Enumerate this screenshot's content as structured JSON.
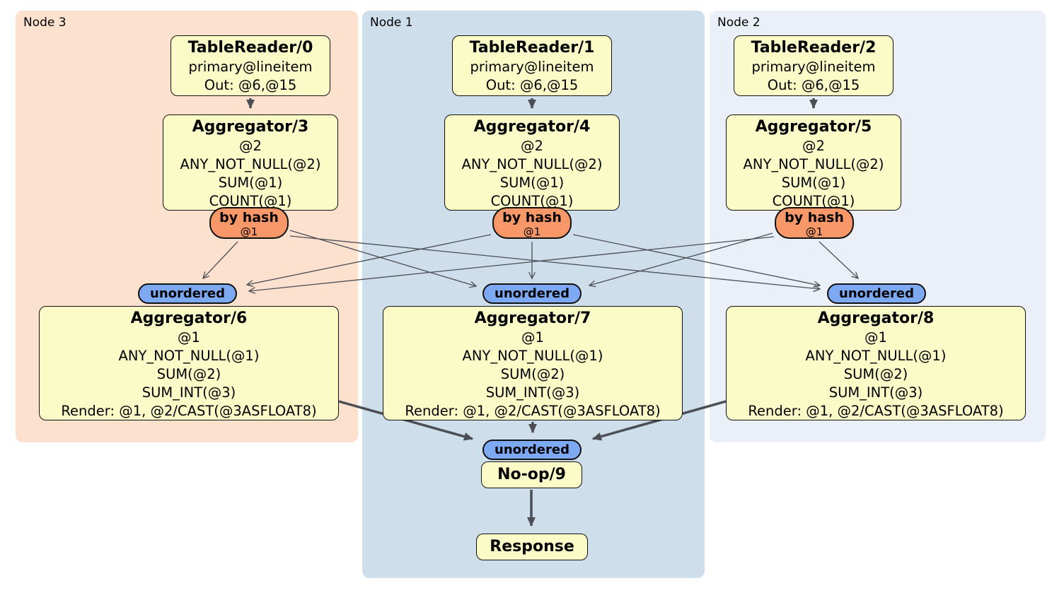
{
  "diagram": {
    "panels": [
      {
        "label": "Node 3"
      },
      {
        "label": "Node 1"
      },
      {
        "label": "Node 2"
      }
    ],
    "nodes": {
      "tablereader0": {
        "title": "TableReader/0",
        "lines": [
          "primary@lineitem",
          "Out: @6,@15"
        ]
      },
      "tablereader1": {
        "title": "TableReader/1",
        "lines": [
          "primary@lineitem",
          "Out: @6,@15"
        ]
      },
      "tablereader2": {
        "title": "TableReader/2",
        "lines": [
          "primary@lineitem",
          "Out: @6,@15"
        ]
      },
      "aggregator3": {
        "title": "Aggregator/3",
        "lines": [
          "@2",
          "ANY_NOT_NULL(@2)",
          "SUM(@1)",
          "COUNT(@1)"
        ]
      },
      "aggregator4": {
        "title": "Aggregator/4",
        "lines": [
          "@2",
          "ANY_NOT_NULL(@2)",
          "SUM(@1)",
          "COUNT(@1)"
        ]
      },
      "aggregator5": {
        "title": "Aggregator/5",
        "lines": [
          "@2",
          "ANY_NOT_NULL(@2)",
          "SUM(@1)",
          "COUNT(@1)"
        ]
      },
      "aggregator6": {
        "title": "Aggregator/6",
        "lines": [
          "@1",
          "ANY_NOT_NULL(@1)",
          "SUM(@2)",
          "SUM_INT(@3)",
          "Render: @1, @2/CAST(@3ASFLOAT8)"
        ]
      },
      "aggregator7": {
        "title": "Aggregator/7",
        "lines": [
          "@1",
          "ANY_NOT_NULL(@1)",
          "SUM(@2)",
          "SUM_INT(@3)",
          "Render: @1, @2/CAST(@3ASFLOAT8)"
        ]
      },
      "aggregator8": {
        "title": "Aggregator/8",
        "lines": [
          "@1",
          "ANY_NOT_NULL(@1)",
          "SUM(@2)",
          "SUM_INT(@3)",
          "Render: @1, @2/CAST(@3ASFLOAT8)"
        ]
      },
      "noop9": {
        "title": "No-op/9"
      },
      "response": {
        "title": "Response"
      }
    },
    "routers": [
      {
        "label": "by hash",
        "detail": "@1"
      },
      {
        "label": "by hash",
        "detail": "@1"
      },
      {
        "label": "by hash",
        "detail": "@1"
      }
    ],
    "syncs": [
      {
        "label": "unordered"
      },
      {
        "label": "unordered"
      },
      {
        "label": "unordered"
      },
      {
        "label": "unordered"
      }
    ]
  },
  "colors": {
    "node_fill": "#fbfbc8",
    "router_fill": "#f89768",
    "sync_fill": "#7da8f2",
    "panel_node3": "#fce1cf",
    "panel_node1": "#cfdeeb",
    "panel_node2": "#ebeff8",
    "edge": "#4b4f55"
  }
}
